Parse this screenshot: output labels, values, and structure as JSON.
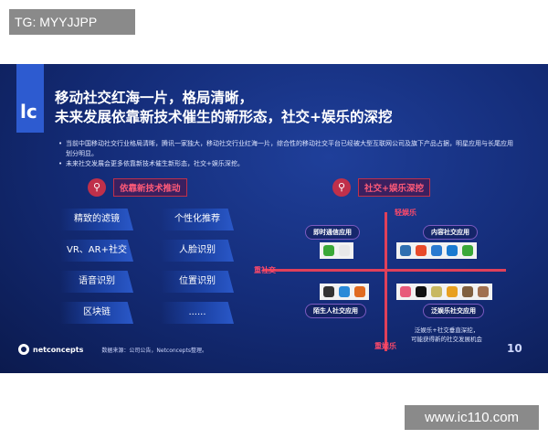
{
  "tag": "TG: MYYJJPP",
  "watermark": "www.ic110.com",
  "slide": {
    "logo": "lc",
    "title_line1": "移动社交红海一片，格局清晰，",
    "title_line2": "未来发展依靠新技术催生的新形态，社交+娱乐的深挖",
    "bullets": [
      "当前中国移动社交行业格局清晰，腾讯一家独大，移动社交行业红海一片，综合性的移动社交平台已经被大型互联网公司及旗下产品占据，明星应用与长尾应用划分明显。",
      "未来社交发展会更多依靠新技术催生新形态，社交+娱乐深挖。"
    ],
    "left_header": "依靠新技术推动",
    "tech_items": [
      "精致的滤镜",
      "个性化推荐",
      "VR、AR+社交",
      "人脸识别",
      "语音识别",
      "位置识别",
      "区块链",
      "......"
    ],
    "right_header": "社交+娱乐深挖",
    "axis": {
      "top": "轻娱乐",
      "left": "重社交",
      "bottom": "重娱乐"
    },
    "quadrants": {
      "top_left": "即时通信应用",
      "top_right": "内容社交应用",
      "bottom_left": "陌生人社交应用",
      "bottom_right": "泛娱乐社交应用"
    },
    "app_icons": {
      "top_left": [
        "#3aa838",
        "#e8e8e8"
      ],
      "top_right": [
        "#2f6fb0",
        "#e84a2a",
        "#2a7ad0",
        "#1a7ad0",
        "#3aa838"
      ],
      "bottom_left": [
        "#333333",
        "#2a8ad8",
        "#e06a20"
      ],
      "bottom_right": [
        "#e85a7a",
        "#111111",
        "#c8b860",
        "#e8a020",
        "#806040",
        "#a07050"
      ]
    },
    "note_line1": "泛娱乐+社交垂直深挖，",
    "note_line2": "可能获得新的社交发展机会",
    "brand": "netconcepts",
    "source": "数据来源：公司公告，Netconcepts整理。",
    "page_number": "10"
  }
}
